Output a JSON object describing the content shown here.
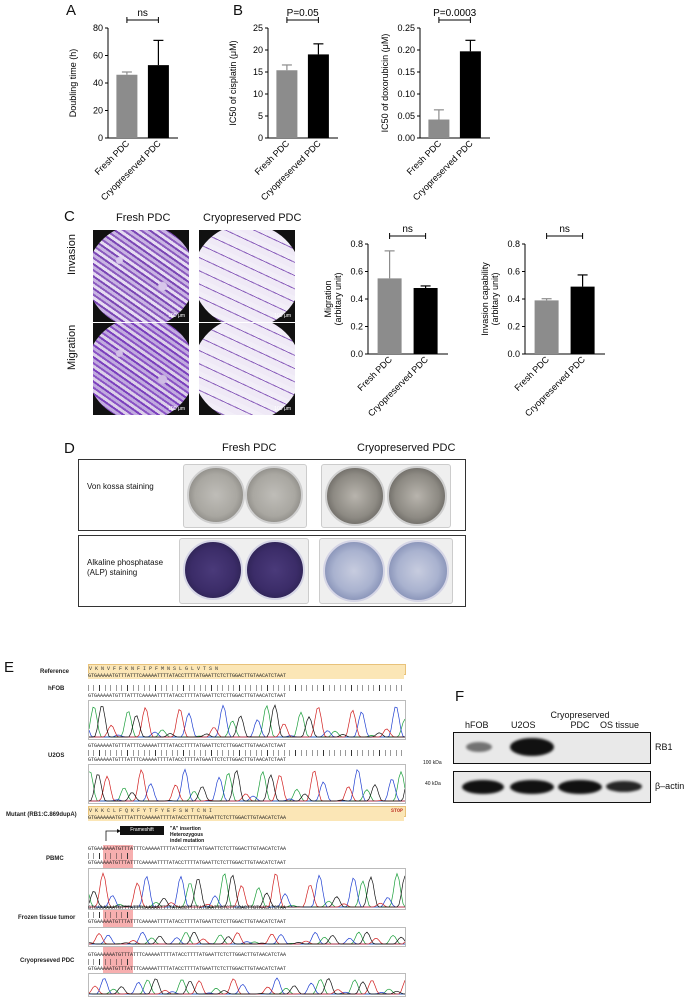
{
  "panels": {
    "A": "A",
    "B": "B",
    "C": "C",
    "D": "D",
    "E": "E",
    "F": "F"
  },
  "chart_data": [
    {
      "type": "bar",
      "panel": "A",
      "categories": [
        "Fresh PDC",
        "Cryopreserved PDC"
      ],
      "values": [
        46,
        53
      ],
      "errors": [
        2,
        18
      ],
      "ylabel": "Doubling time (h)",
      "yticks": [
        "0",
        "20",
        "40",
        "60",
        "80"
      ],
      "ylim": [
        0,
        80
      ],
      "annotation": "ns",
      "colors": [
        "#8c8c8c",
        "#000000"
      ]
    },
    {
      "type": "bar",
      "panel": "B-left",
      "categories": [
        "Fresh PDC",
        "Cryopreserved PDC"
      ],
      "values": [
        15.4,
        19.0
      ],
      "errors": [
        1.2,
        2.4
      ],
      "ylabel": "IC50 of cisplatin (μM)",
      "yticks": [
        "0",
        "5",
        "10",
        "15",
        "20",
        "25"
      ],
      "ylim": [
        0,
        25
      ],
      "annotation": "P=0.05",
      "colors": [
        "#8c8c8c",
        "#000000"
      ]
    },
    {
      "type": "bar",
      "panel": "B-right",
      "categories": [
        "Fresh PDC",
        "Cryopreserved PDC"
      ],
      "values": [
        0.042,
        0.197
      ],
      "errors": [
        0.022,
        0.025
      ],
      "ylabel": "IC50 of doxorubicin (μM)",
      "yticks": [
        "0.00",
        "0.05",
        "0.10",
        "0.15",
        "0.20",
        "0.25"
      ],
      "ylim": [
        0,
        0.25
      ],
      "annotation": "P=0.0003",
      "colors": [
        "#8c8c8c",
        "#000000"
      ]
    },
    {
      "type": "bar",
      "panel": "C-migration",
      "categories": [
        "Fresh PDC",
        "Cryopreserved PDC"
      ],
      "values": [
        0.55,
        0.48
      ],
      "errors": [
        0.2,
        0.015
      ],
      "ylabel": "Migration\n(arbitary unit)",
      "yticks": [
        "0.0",
        "0.2",
        "0.4",
        "0.6",
        "0.8"
      ],
      "ylim": [
        0,
        0.8
      ],
      "annotation": "ns",
      "colors": [
        "#8c8c8c",
        "#000000"
      ]
    },
    {
      "type": "bar",
      "panel": "C-invasion",
      "categories": [
        "Fresh PDC",
        "Cryopreserved PDC"
      ],
      "values": [
        0.39,
        0.49
      ],
      "errors": [
        0.012,
        0.085
      ],
      "ylabel": "Invasion  capability\n(arbitary unit)",
      "yticks": [
        "0.0",
        "0.2",
        "0.4",
        "0.6",
        "0.8"
      ],
      "ylim": [
        0,
        0.8
      ],
      "annotation": "ns",
      "colors": [
        "#8c8c8c",
        "#000000"
      ]
    }
  ],
  "panelC": {
    "col_fresh": "Fresh PDC",
    "col_cryo": "Cryopreserved PDC",
    "row_invasion": "Invasion",
    "row_migration": "Migration",
    "scale": "100 μm"
  },
  "panelD": {
    "col_fresh": "Fresh PDC",
    "col_cryo": "Cryopreserved PDC",
    "row1": "Von kossa staining",
    "row2": "Alkaline phosphatase\n(ALP) staining"
  },
  "panelE": {
    "reference": "Reference",
    "ref_aa": "V   K   N   V   F   F   K   N   F   I   P   F   M   N   S   L   G   L   V   T   S   N",
    "ref_seq": "GTGAAAAATGTTTATTTCAAAAATTTTATACCTTTTATGAATTCTCTTGGACTTGTAACATCTAAT",
    "hfob": "hFOB",
    "u2os": "U2OS",
    "mutant": "Mutant (RB1:C.869dupA)",
    "mut_aa": "V   K   K   C   L   F   Q   K   F   Y   T   F   Y   E   F   S   W   T   C   N   I",
    "stop": "STOP",
    "mut_seq": "GTGAAAAAATGTTTATTTCAAAAATTTTATACCTTTTATGAATTCTCTTGGACTTGTAACATCTAA",
    "frameshift": "Frameshift",
    "insertion_note": "\"A\" insertion\nHeterozygous\nindel mutation",
    "pbmc": "PBMC",
    "frozen": "Frozen tissue tumor",
    "cryo": "Cryopreseved PDC"
  },
  "panelF": {
    "lanes": [
      "hFOB",
      "U2OS",
      "Cryopreserved\nPDC",
      "OS tissue"
    ],
    "rb1": "RB1",
    "actin": "β–actin",
    "kda100": "100 kDa",
    "kda40": "40 kDa"
  }
}
